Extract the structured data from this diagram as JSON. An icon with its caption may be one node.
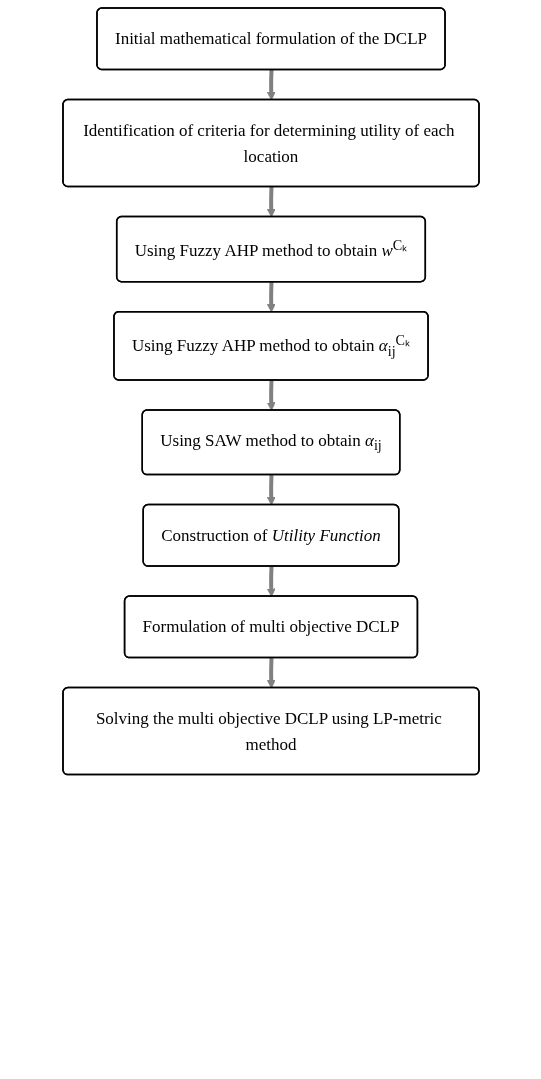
{
  "diagram": {
    "nodes": [
      {
        "text": [
          "Initial mathematical formulation of the DCLP"
        ]
      },
      {
        "text": [
          "Identification of criteria for determining utility of each location"
        ]
      },
      {
        "text": [
          "Using Fuzzy AHP method to obtain *w*$^{Cₖ}$"
        ]
      },
      {
        "text": [
          "Using Fuzzy AHP method to obtain *α*$_{ij}$$^{Cₖ}$"
        ]
      },
      {
        "text": [
          "Using SAW method to obtain *α*$_{ij}$"
        ]
      },
      {
        "text": [
          "Construction of *Utility Function*"
        ]
      },
      {
        "text": [
          "Formulation of multi objective DCLP"
        ]
      },
      {
        "text": [
          "Solving the multi objective DCLP using LP-metric method"
        ]
      }
    ],
    "edges": [
      {
        "from": 0,
        "to": 1,
        "arrow": "to"
      },
      {
        "from": 1,
        "to": 2,
        "arrow": "to"
      },
      {
        "from": 2,
        "to": 3,
        "arrow": "to"
      },
      {
        "from": 3,
        "to": 4,
        "arrow": "to"
      },
      {
        "from": 4,
        "to": 5,
        "arrow": "to"
      },
      {
        "from": 5,
        "to": 6,
        "arrow": "to"
      },
      {
        "from": 6,
        "to": 7,
        "arrow": "to"
      }
    ]
  }
}
